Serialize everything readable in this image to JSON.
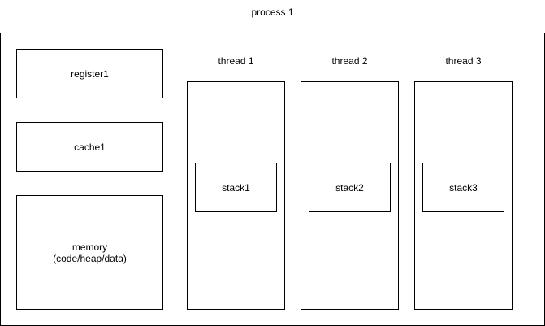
{
  "process": {
    "title": "process 1"
  },
  "resources": {
    "register": "register1",
    "cache": "cache1",
    "memory": "memory\n(code/heap/data)"
  },
  "threads": [
    {
      "title": "thread 1",
      "stack": "stack1"
    },
    {
      "title": "thread 2",
      "stack": "stack2"
    },
    {
      "title": "thread 3",
      "stack": "stack3"
    }
  ]
}
